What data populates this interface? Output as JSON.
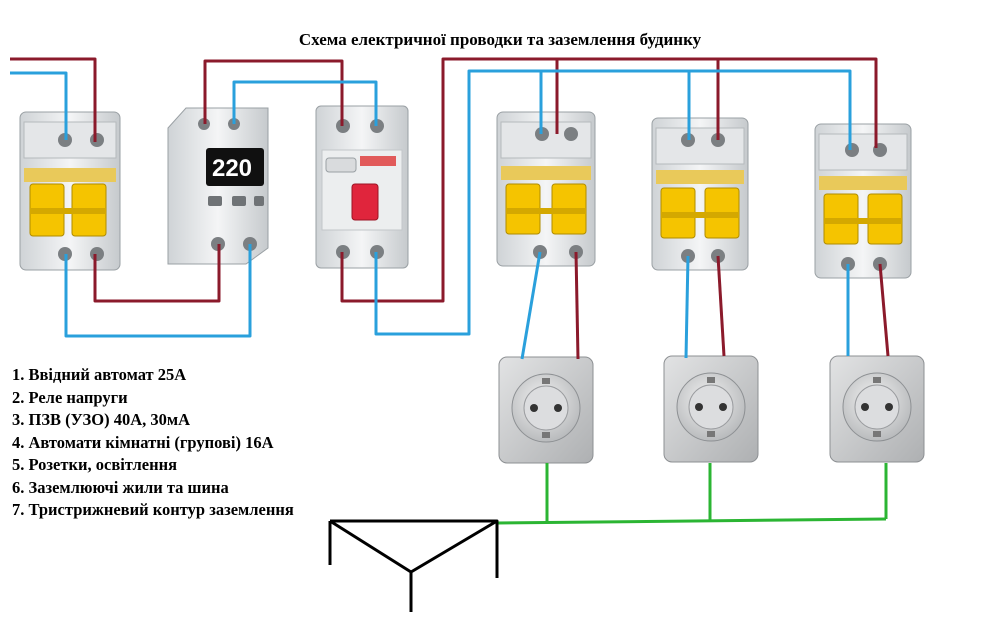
{
  "title": "Схема електричної проводки та заземлення будинку",
  "legend": [
    "1. Ввідний автомат 25А",
    "2. Реле напруги",
    "3. ПЗВ (УЗО) 40А, 30мА",
    "4. Автомати кімнатні (групові) 16А",
    "5. Розетки, освітлення",
    "6. Заземлюючі жили та шина",
    "7. Тристрижневий контур заземлення"
  ],
  "relay": {
    "display": "220"
  },
  "colors": {
    "phase_wire": "#8b1a2b",
    "neutral_wire": "#2aa0dc",
    "ground_wire": "#2bb533",
    "toggle": "#f5c400",
    "rcd_handle": "#e0253c"
  }
}
